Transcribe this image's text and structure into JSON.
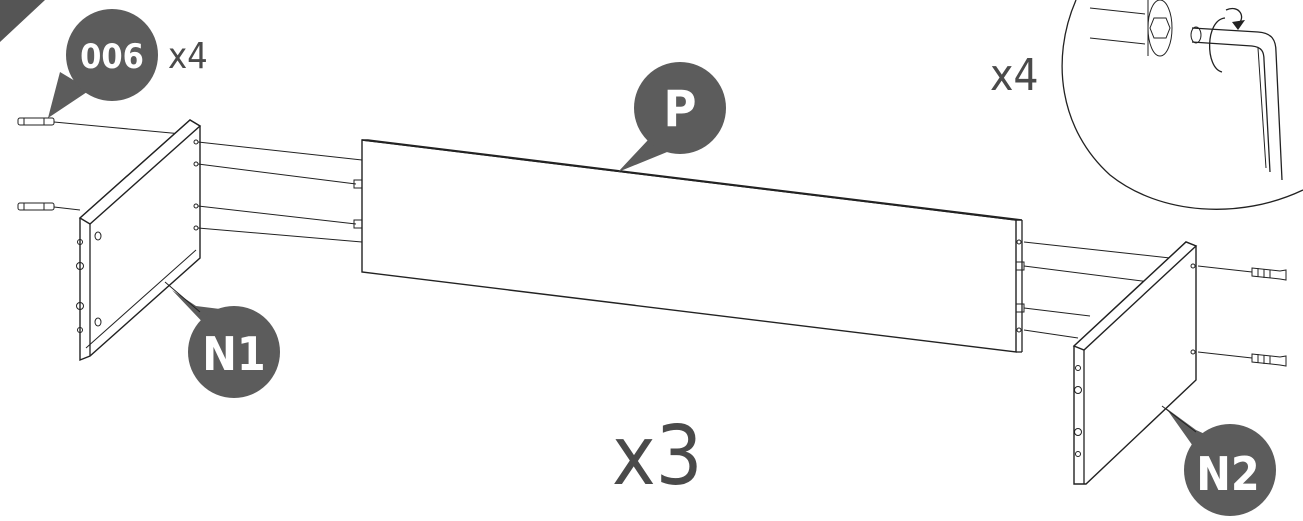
{
  "labels": {
    "part_p": "P",
    "part_n1": "N1",
    "part_n2": "N2",
    "hardware_code": "006",
    "hardware_qty": "x4",
    "inset_qty": "x4",
    "assembly_qty": "x3"
  },
  "colors": {
    "bubble": "#5c5c5c",
    "line": "#222222",
    "corner_tab": "#555555"
  },
  "icons": {
    "dowel": "wooden-dowel",
    "screw": "cam-screw",
    "hex_key": "allen-key",
    "rotation": "clockwise-rotation-arrow"
  }
}
